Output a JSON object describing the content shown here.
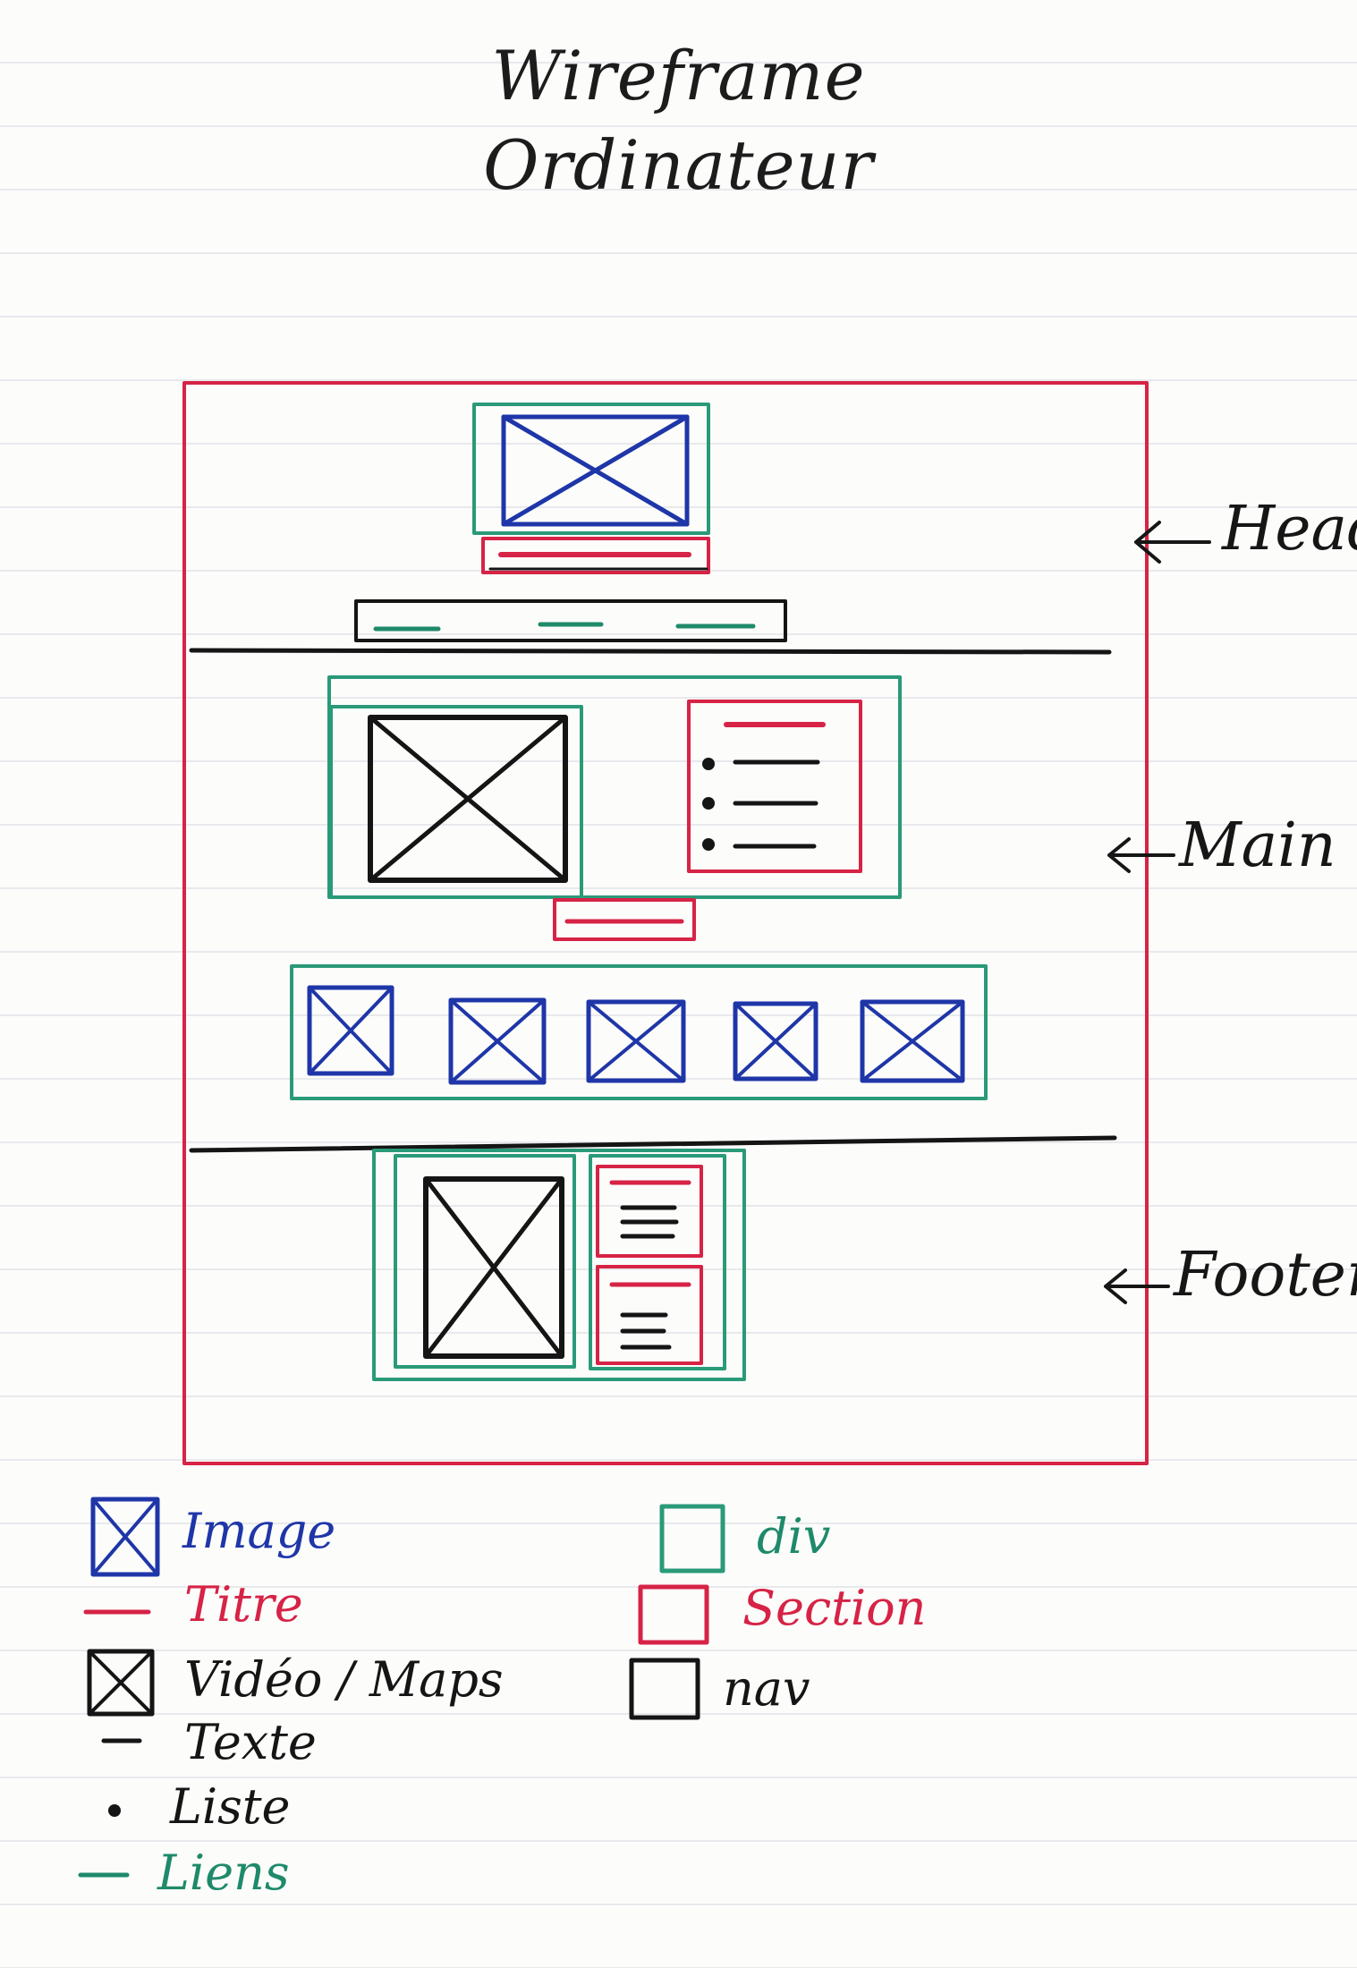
{
  "title": {
    "line1": "Wireframe",
    "line2": "Ordinateur"
  },
  "regions": {
    "header": "Head",
    "main": "Main",
    "footer": "Footer"
  },
  "legend": {
    "image": "Image",
    "titre": "Titre",
    "video_maps": "Vidéo / Maps",
    "texte": "Texte",
    "liste": "Liste",
    "liens": "Liens",
    "div": "div",
    "section": "Section",
    "nav": "nav"
  },
  "colors": {
    "page_frame": "#d62346",
    "image": "#1f36a8",
    "title": "#d62346",
    "video_maps": "#151515",
    "text": "#151515",
    "links": "#1f8a6a",
    "div": "#2a9a78",
    "section": "#d62346",
    "nav": "#151515"
  }
}
